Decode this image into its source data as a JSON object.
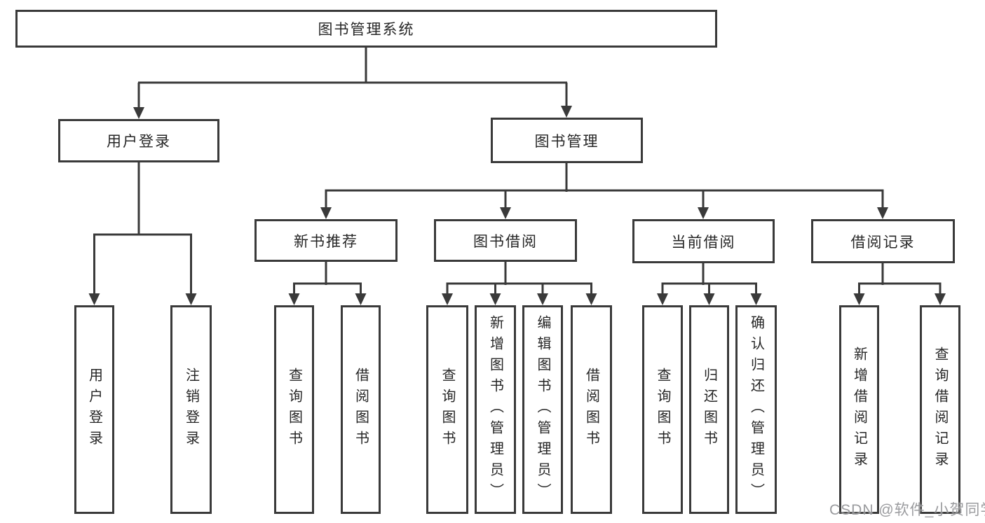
{
  "diagram": {
    "root": "图书管理系统",
    "branches": [
      {
        "label": "用户登录",
        "children": [
          "用户登录",
          "注销登录"
        ]
      },
      {
        "label": "图书管理",
        "groups": [
          {
            "label": "新书推荐",
            "children": [
              "查询图书",
              "借阅图书"
            ]
          },
          {
            "label": "图书借阅",
            "children": [
              "查询图书",
              "新增图书（管理员）",
              "编辑图书（管理员）",
              "借阅图书"
            ]
          },
          {
            "label": "当前借阅",
            "children": [
              "查询图书",
              "归还图书",
              "确认归还（管理员）"
            ]
          },
          {
            "label": "借阅记录",
            "children": [
              "新增借阅记录",
              "查询借阅记录"
            ]
          }
        ]
      }
    ]
  },
  "watermark": "CSDN @软件_小贺同学",
  "colors": {
    "line": "#3a3a3a",
    "text": "#262626",
    "watermark": "#888a8d",
    "background": "#ffffff"
  }
}
